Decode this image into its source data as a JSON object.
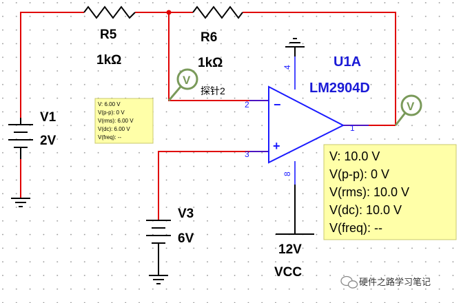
{
  "resistors": {
    "r5": {
      "name": "R5",
      "value": "1kΩ"
    },
    "r6": {
      "name": "R6",
      "value": "1kΩ"
    }
  },
  "sources": {
    "v1": {
      "name": "V1",
      "value": "2V"
    },
    "v3": {
      "name": "V3",
      "value": "6V"
    },
    "vcc": {
      "voltage": "12V",
      "name": "VCC"
    }
  },
  "opamp": {
    "ref": "U1A",
    "part": "LM2904D",
    "pins": {
      "inv": "2",
      "noninv": "3",
      "out": "1",
      "vplus": "4",
      "vminus": "8"
    },
    "minus_sign": "−",
    "plus_sign": "+"
  },
  "probes": {
    "probe2": {
      "label": "探针2",
      "icon": "voltage-probe-icon",
      "lines": [
        "V: 6.00 V",
        "V(p-p): 0 V",
        "V(rms): 6.00 V",
        "V(dc): 6.00 V",
        "V(freq): --"
      ]
    },
    "output": {
      "icon": "voltage-probe-icon",
      "lines": [
        "V: 10.0 V",
        "V(p-p): 0 V",
        "V(rms): 10.0 V",
        "V(dc): 10.0 V",
        "V(freq): --"
      ]
    }
  },
  "watermark": "硬件之路学习笔记",
  "colors": {
    "wire_red": "#e00000",
    "wire_blue": "#1a1aff",
    "label_blue": "#1a1ad6",
    "probe_green": "#7a9a5a",
    "probe_box": "#ffffa8"
  }
}
